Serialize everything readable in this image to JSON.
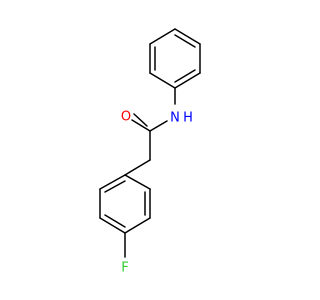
{
  "molecule": {
    "atom_labels": {
      "oxygen": "O",
      "nitrogen": "N",
      "hydrogen": "H",
      "fluorine": "F"
    },
    "colors": {
      "bond": "#000000",
      "oxygen": "#ff0000",
      "nitrogen": "#0000ff",
      "fluorine": "#33cc33"
    }
  }
}
